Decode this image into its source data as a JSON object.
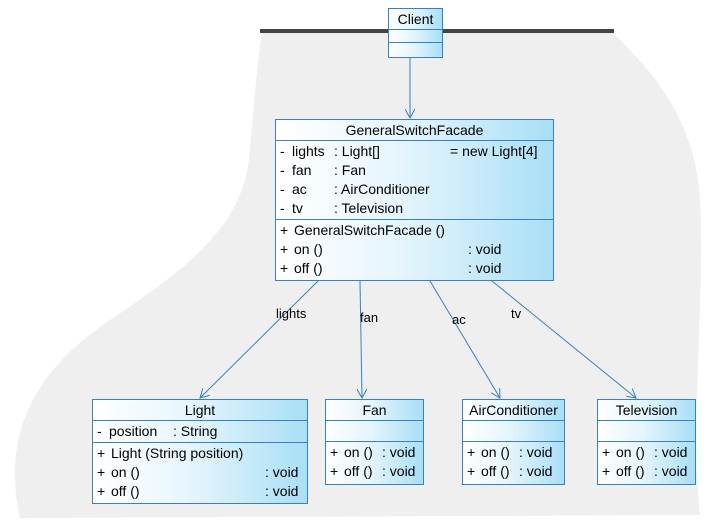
{
  "client": {
    "name": "Client"
  },
  "facade": {
    "name": "GeneralSwitchFacade",
    "attributes": [
      {
        "vis": "-",
        "name": "lights",
        "type": ": Light[]",
        "init": "= new Light[4]"
      },
      {
        "vis": "-",
        "name": "fan",
        "type": ": Fan",
        "init": ""
      },
      {
        "vis": "-",
        "name": "ac",
        "type": ": AirConditioner",
        "init": ""
      },
      {
        "vis": "-",
        "name": "tv",
        "type": ": Television",
        "init": ""
      }
    ],
    "operations": [
      {
        "vis": "+",
        "name": "GeneralSwitchFacade ()",
        "ret": ""
      },
      {
        "vis": "+",
        "name": "on ()",
        "ret": ": void"
      },
      {
        "vis": "+",
        "name": "off ()",
        "ret": ": void"
      }
    ]
  },
  "light": {
    "name": "Light",
    "attributes": [
      {
        "vis": "-",
        "name": "position",
        "type": ": String"
      }
    ],
    "operations": [
      {
        "vis": "+",
        "name": "Light (String position)",
        "ret": ""
      },
      {
        "vis": "+",
        "name": "on ()",
        "ret": ": void"
      },
      {
        "vis": "+",
        "name": "off ()",
        "ret": ": void"
      }
    ]
  },
  "fan": {
    "name": "Fan",
    "operations": [
      {
        "vis": "+",
        "name": "on ()",
        "ret": ": void"
      },
      {
        "vis": "+",
        "name": "off ()",
        "ret": ": void"
      }
    ]
  },
  "aircon": {
    "name": "AirConditioner",
    "operations": [
      {
        "vis": "+",
        "name": "on ()",
        "ret": ": void"
      },
      {
        "vis": "+",
        "name": "off ()",
        "ret": ": void"
      }
    ]
  },
  "tv": {
    "name": "Television",
    "operations": [
      {
        "vis": "+",
        "name": "on ()",
        "ret": ": void"
      },
      {
        "vis": "+",
        "name": "off ()",
        "ret": ": void"
      }
    ]
  },
  "associations": {
    "lights": "lights",
    "fan": "fan",
    "ac": "ac",
    "tv": "tv"
  }
}
